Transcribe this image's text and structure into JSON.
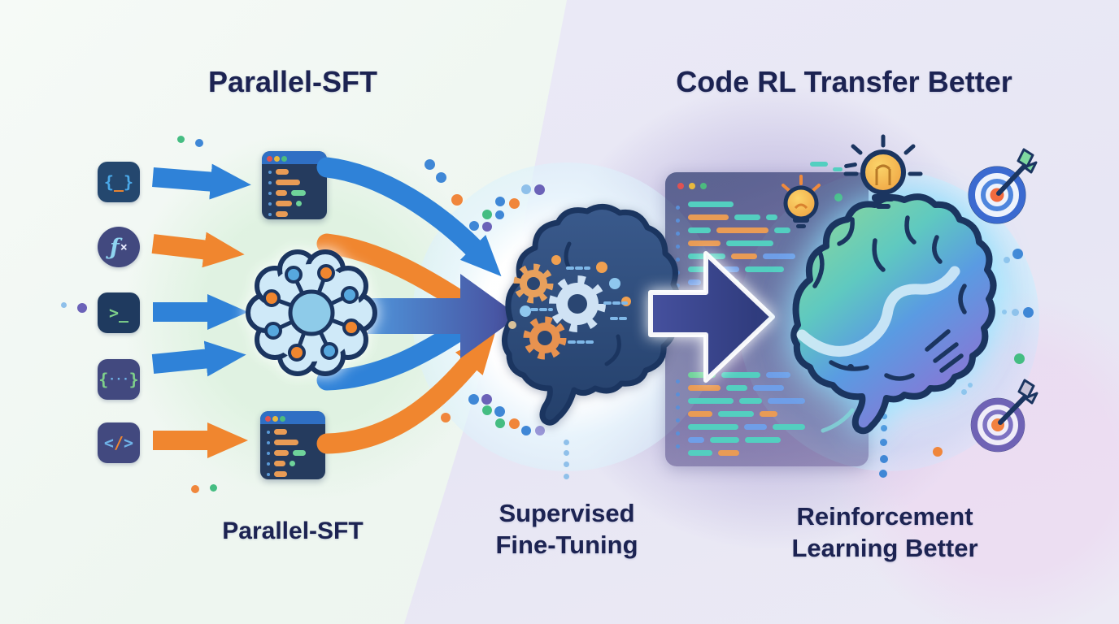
{
  "titles": {
    "left": "Parallel-SFT",
    "right": "Code RL Transfer Better"
  },
  "footer_labels": {
    "parallel_sft": "Parallel-SFT",
    "sft_line1": "Supervised",
    "sft_line2": "Fine-Tuning",
    "rl_line1": "Reinforcement",
    "rl_line2": "Learning Better"
  },
  "left_icons": [
    {
      "name": "braces-underscore-icon",
      "parts": [
        "{",
        "_",
        "}"
      ]
    },
    {
      "name": "function-icon",
      "parts": [
        "ƒ",
        "×"
      ]
    },
    {
      "name": "terminal-prompt-icon",
      "parts": [
        ">",
        "_"
      ]
    },
    {
      "name": "braces-ellipsis-icon",
      "parts": [
        "{",
        "···",
        "}"
      ]
    },
    {
      "name": "code-tag-icon",
      "parts": [
        "<",
        "/",
        ">"
      ]
    }
  ],
  "decor_icons": [
    "code-window-icon",
    "network-brain-icon",
    "gear-brain-icon",
    "gradient-brain-icon",
    "lightbulb-icon",
    "target-icon",
    "code-editor-panel",
    "transfer-arrow"
  ],
  "colors": {
    "navy-text": "#1c2352",
    "blue": "#2f82d8",
    "orange": "#f0862f",
    "indigo": "#474b9a",
    "outline": "#1b3560",
    "chip-navy": "#24476e",
    "chip-indigo": "#42497f",
    "win-bg": "#253b5e",
    "win-bar": "#2f6fc4",
    "pill-orange": "#e99b55",
    "pill-teal": "#53cfc0",
    "pill-green": "#6fd39a",
    "pill-blue": "#6f9ee8",
    "dot-blue": "#3f87d6",
    "dot-lightblue": "#8fc0ea",
    "dot-green": "#45bd82",
    "dot-orange": "#f0863b",
    "dot-purple": "#6b62b8",
    "bulb": "#f6b73c",
    "target-blue": "#3b6ad0",
    "target-purple": "#6f63b5",
    "target-center": "#f26b3f",
    "flower": "#cfe9f8",
    "flower-core": "#8ecbe9"
  }
}
